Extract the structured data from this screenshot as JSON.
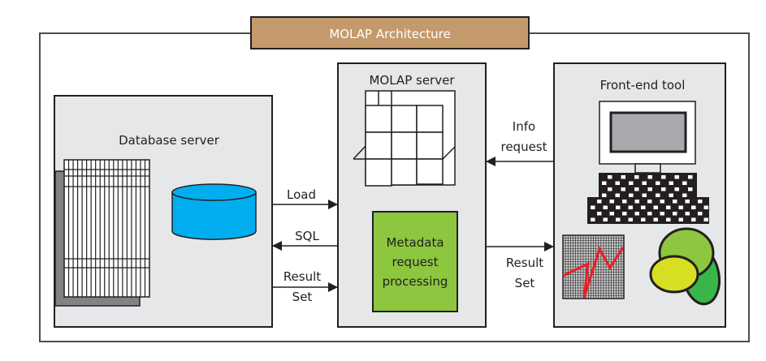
{
  "title": "MOLAP Architecture",
  "colors": {
    "title_fill": "#c49a6c",
    "panel_fill": "#e6e7e8",
    "stroke": "#231f20",
    "cylinder": "#00aeef",
    "metadata_fill": "#8dc63f",
    "monitor_screen": "#a7a9ac",
    "shadow_sheet": "#808285",
    "chart_line": "#ed1c24",
    "blob_light_green": "#8dc63f",
    "blob_yellow": "#d7df23",
    "blob_green": "#39b54a"
  },
  "panels": {
    "database": {
      "label": "Database server"
    },
    "molap": {
      "label": "MOLAP server",
      "metadata_label_lines": [
        "Metadata",
        "request",
        "processing"
      ]
    },
    "frontend": {
      "label": "Front-end tool"
    }
  },
  "arrows": {
    "load": {
      "label_lines": [
        "Load"
      ],
      "direction": "right"
    },
    "sql": {
      "label_lines": [
        "SQL"
      ],
      "direction": "left"
    },
    "result_set_left": {
      "label_lines": [
        "Result",
        "Set"
      ],
      "direction": "right"
    },
    "info_request": {
      "label_lines": [
        "Info",
        "request"
      ],
      "direction": "left"
    },
    "result_set_right": {
      "label_lines": [
        "Result",
        "Set"
      ],
      "direction": "right"
    }
  }
}
